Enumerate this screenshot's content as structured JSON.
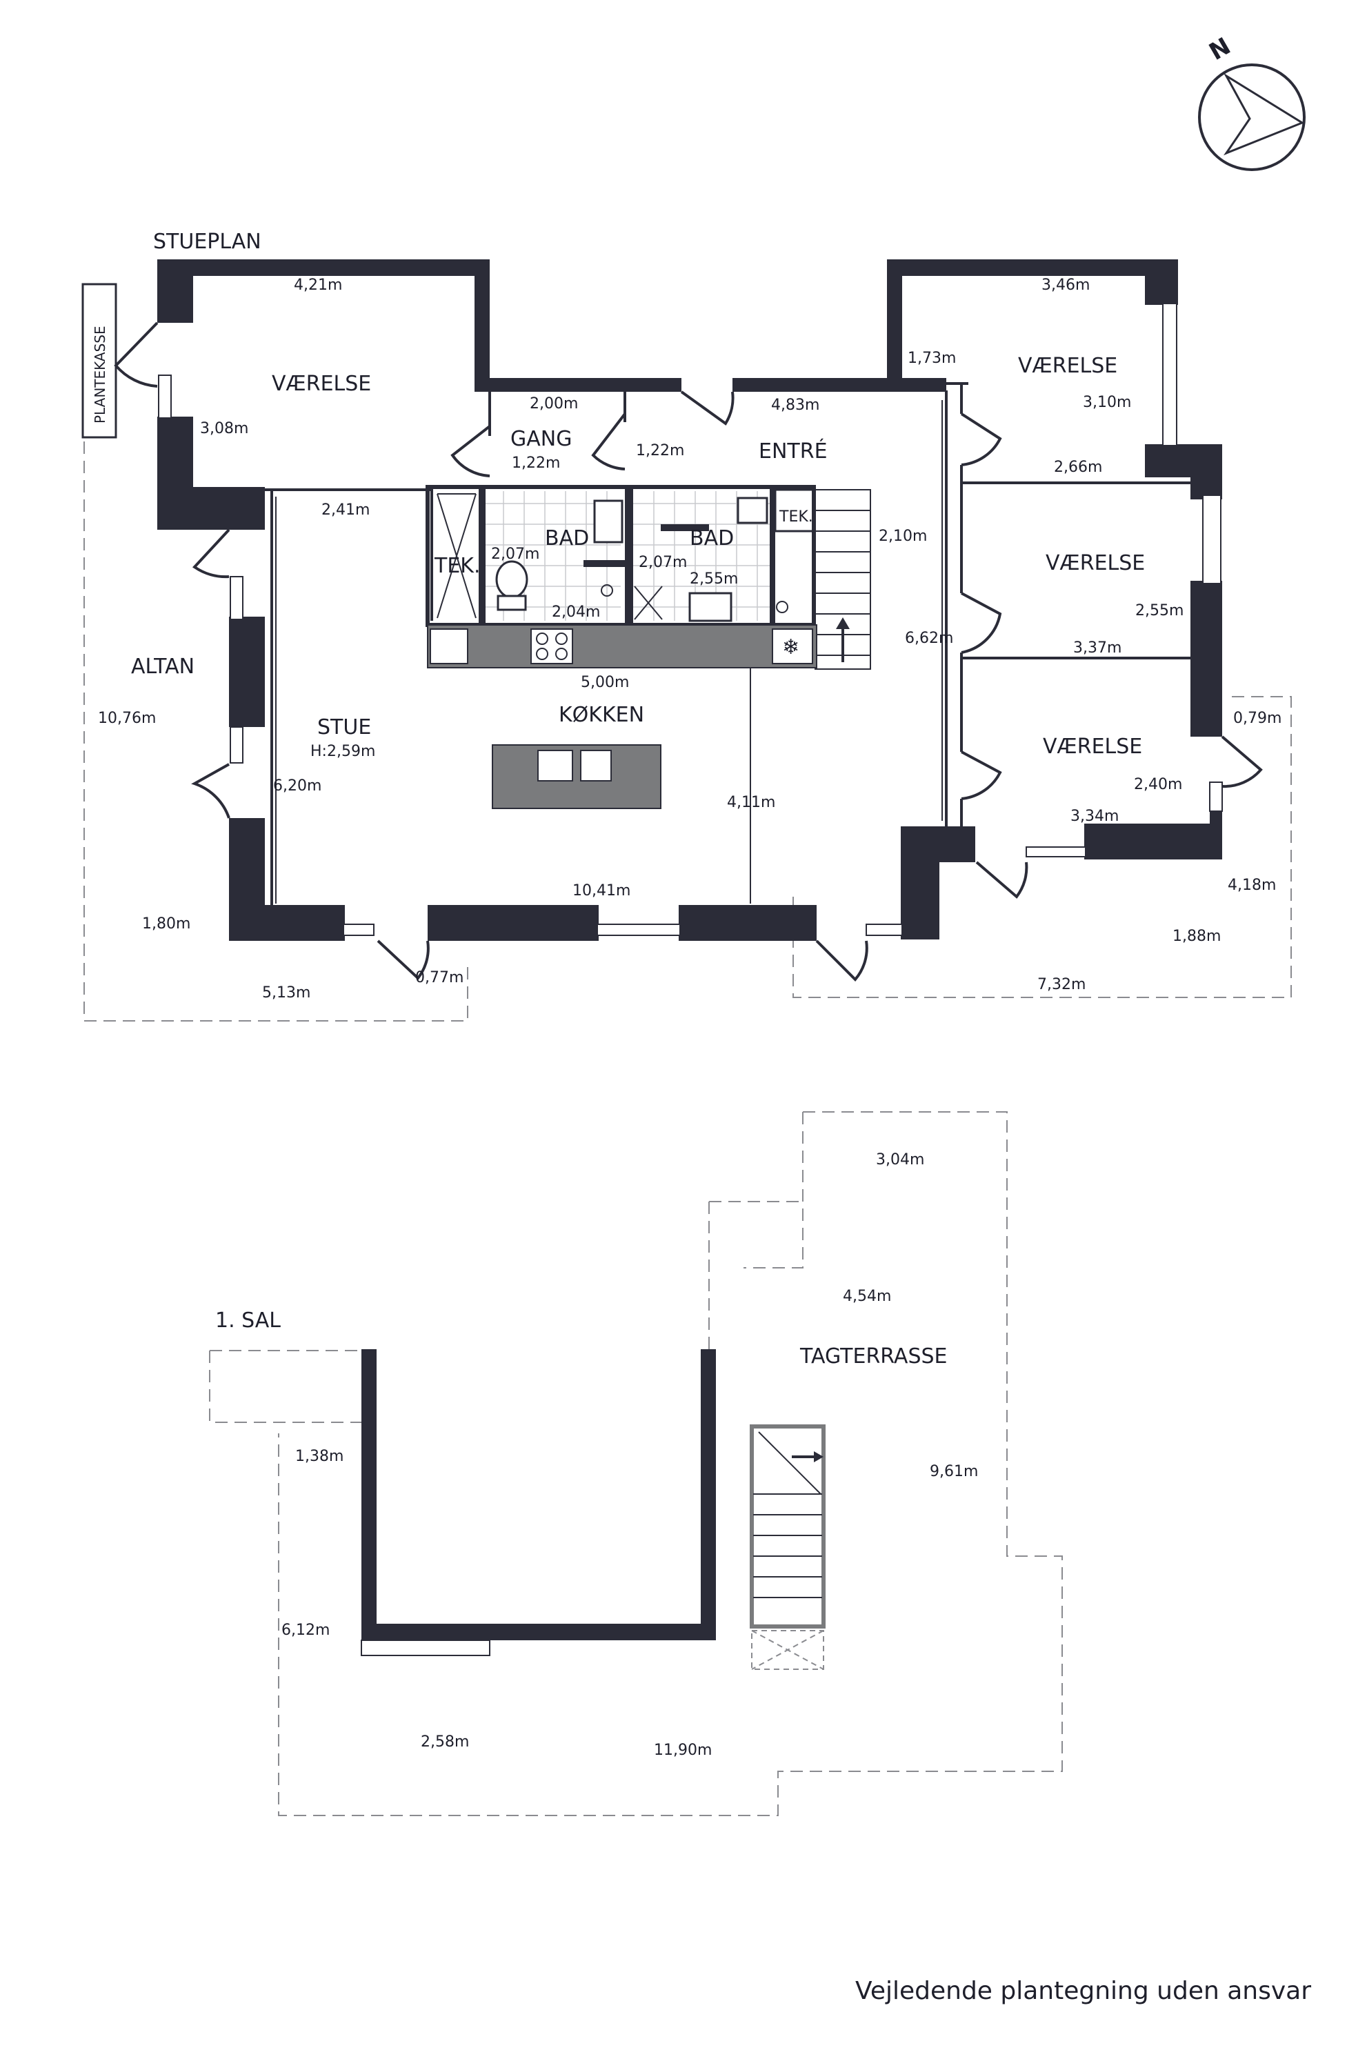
{
  "floors": {
    "ground": {
      "title": "STUEPLAN",
      "planter": "PLANTEKASSE"
    },
    "first": {
      "title": "1. SAL"
    }
  },
  "rooms": {
    "vaerelse_nw": "VÆRELSE",
    "gang": "GANG",
    "entre": "ENTRÉ",
    "vaerelse_ne": "VÆRELSE",
    "vaerelse_e": "VÆRELSE",
    "vaerelse_se": "VÆRELSE",
    "tek_left": "TEK.",
    "bad_left": "BAD",
    "bad_right": "BAD",
    "tek_right": "TEK.",
    "altan": "ALTAN",
    "stue": "STUE",
    "stue_height": "H:2,59m",
    "kokken": "KØKKEN",
    "tagterrasse": "TAGTERRASSE"
  },
  "dimensions": {
    "d421": "4,21m",
    "d308": "3,08m",
    "d200": "2,00m",
    "d122a": "1,22m",
    "d122b": "1,22m",
    "d483": "4,83m",
    "d346": "3,46m",
    "d173": "1,73m",
    "d310": "3,10m",
    "d266": "2,66m",
    "d241": "2,41m",
    "d207a": "2,07m",
    "d204": "2,04m",
    "d207b": "2,07m",
    "d255a": "2,55m",
    "d210": "2,10m",
    "d255b": "2,55m",
    "d337": "3,37m",
    "d662": "6,62m",
    "d500": "5,00m",
    "d1076": "10,76m",
    "d620": "6,20m",
    "d411": "4,11m",
    "d079": "0,79m",
    "d240": "2,40m",
    "d334": "3,34m",
    "d418": "4,18m",
    "d180": "1,80m",
    "d1041": "10,41m",
    "d188": "1,88m",
    "d077": "0,77m",
    "d513": "5,13m",
    "d732": "7,32m",
    "d304": "3,04m",
    "d454": "4,54m",
    "d961": "9,61m",
    "d138": "1,38m",
    "d612": "6,12m",
    "d258": "2,58m",
    "d1190": "11,90m"
  },
  "compass": {
    "label": "N"
  },
  "footer": "Vejledende plantegning uden ansvar"
}
